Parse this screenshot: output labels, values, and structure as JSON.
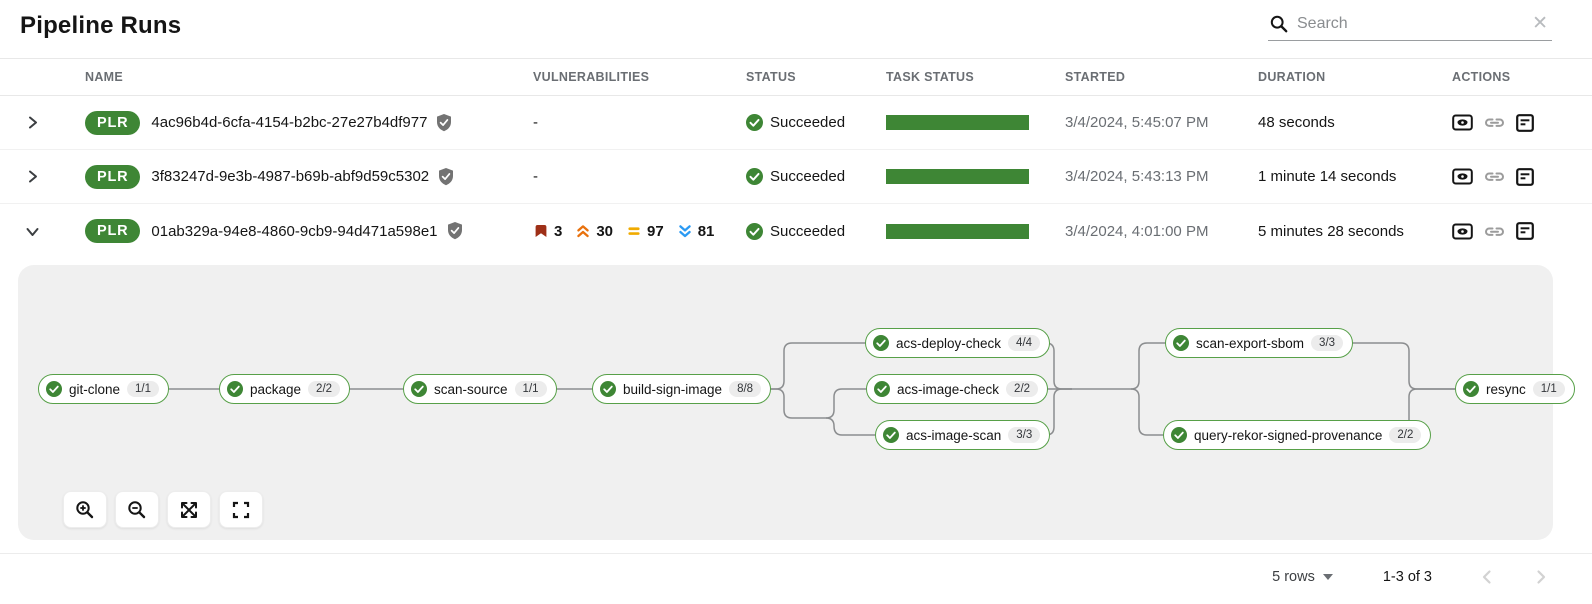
{
  "page_title": "Pipeline Runs",
  "search": {
    "placeholder": "Search"
  },
  "table": {
    "columns": {
      "name": "NAME",
      "vulnerabilities": "VULNERABILITIES",
      "status": "STATUS",
      "task_status": "TASK STATUS",
      "started": "STARTED",
      "duration": "DURATION",
      "actions": "ACTIONS"
    },
    "rows": [
      {
        "badge": "PLR",
        "name": "4ac96b4d-6cfa-4154-b2bc-27e27b4df977",
        "vulnerabilities": "-",
        "status": "Succeeded",
        "started": "3/4/2024, 5:45:07 PM",
        "duration": "48 seconds"
      },
      {
        "badge": "PLR",
        "name": "3f83247d-9e3b-4987-b69b-abf9d59c5302",
        "vulnerabilities": "-",
        "status": "Succeeded",
        "started": "3/4/2024, 5:43:13 PM",
        "duration": "1 minute 14 seconds"
      },
      {
        "badge": "PLR",
        "name": "01ab329a-94e8-4860-9cb9-94d471a598e1",
        "vulnerabilities": {
          "critical": 3,
          "high": 30,
          "medium": 97,
          "low": 81
        },
        "status": "Succeeded",
        "started": "3/4/2024, 4:01:00 PM",
        "duration": "5 minutes 28 seconds"
      }
    ]
  },
  "pipeline": {
    "tasks": [
      {
        "name": "git-clone",
        "badge": "1/1"
      },
      {
        "name": "package",
        "badge": "2/2"
      },
      {
        "name": "scan-source",
        "badge": "1/1"
      },
      {
        "name": "build-sign-image",
        "badge": "8/8"
      },
      {
        "name": "acs-deploy-check",
        "badge": "4/4"
      },
      {
        "name": "acs-image-check",
        "badge": "2/2"
      },
      {
        "name": "acs-image-scan",
        "badge": "3/3"
      },
      {
        "name": "scan-export-sbom",
        "badge": "3/3"
      },
      {
        "name": "query-rekor-signed-provenance",
        "badge": "2/2"
      },
      {
        "name": "resync",
        "badge": "1/1"
      }
    ]
  },
  "footer": {
    "per_page": "5 rows",
    "range": "1-3 of 3"
  },
  "colors": {
    "success_green": "#3e8635",
    "node_border_green": "#57a048",
    "severity_critical": "#9e2f17",
    "severity_high": "#e8710d",
    "severity_medium": "#f0ab00",
    "severity_low": "#2b9af3",
    "muted_text": "#6a6e73"
  }
}
